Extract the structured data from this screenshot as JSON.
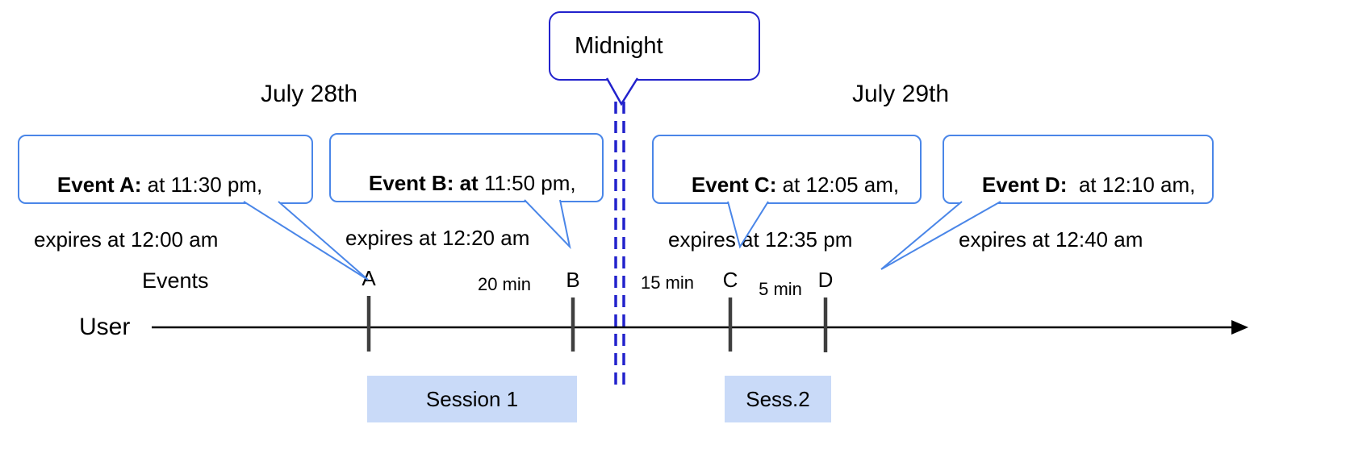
{
  "dates": {
    "july_28": "July 28th",
    "july_29": "July 29th"
  },
  "midnight": {
    "label": "Midnight"
  },
  "axis": {
    "events_label": "Events",
    "user_label": "User"
  },
  "event_bubbles": [
    {
      "id": "A",
      "title": "Event A:",
      "time": " at 11:30 pm,",
      "expiry": "expires at 12:00 am"
    },
    {
      "id": "B",
      "title": "Event B: at",
      "time": " 11:50 pm,",
      "expiry": "expires at 12:20 am"
    },
    {
      "id": "C",
      "title": "Event C:",
      "time": " at 12:05 am,",
      "expiry": "expires at 12:35 pm"
    },
    {
      "id": "D",
      "title": "Event D:",
      "time": "  at 12:10 am,",
      "expiry": "expires at 12:40 am"
    }
  ],
  "tick_labels": [
    "A",
    "B",
    "C",
    "D"
  ],
  "gap_labels": [
    "20 min",
    "15 min",
    "5 min"
  ],
  "sessions": [
    {
      "label": "Session 1"
    },
    {
      "label": "Sess.2"
    }
  ],
  "colors": {
    "event_bubble_border": "#4a86e8",
    "midnight_border": "#2222cc",
    "dashed_line": "#2222cc",
    "session_fill": "#c9daf8",
    "tick": "#3f3f3f",
    "timeline": "#000000"
  }
}
